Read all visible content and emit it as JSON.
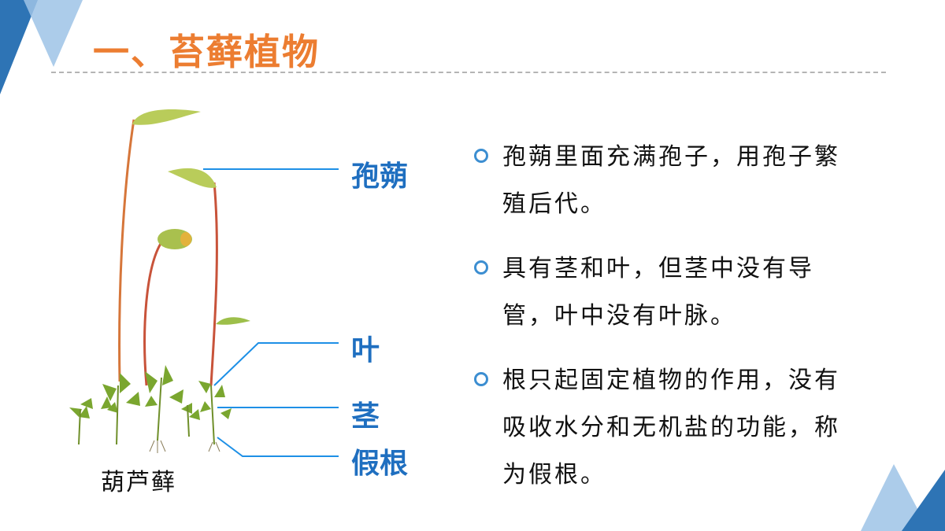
{
  "slide": {
    "title": "一、苔藓植物"
  },
  "diagram": {
    "labels": {
      "capsule": "孢蒴",
      "leaf": "叶",
      "stem": "茎",
      "rhizoid": "假根"
    },
    "plant_name": "葫芦藓"
  },
  "bullets": [
    {
      "text": "孢蒴里面充满孢子，用孢子繁殖后代。"
    },
    {
      "text": "具有茎和叶，但茎中没有导管，叶中没有叶脉。"
    },
    {
      "text": "根只起固定植物的作用，没有吸收水分和无机盐的功能，称为假根。"
    }
  ],
  "colors": {
    "title": "#ec7d31",
    "label": "#1f6fc0",
    "leader_line": "#1e90e6",
    "bullet_ring": "#3c8ed1",
    "corner_dark": "#2e74b5",
    "corner_light": "#9dc3e6"
  }
}
